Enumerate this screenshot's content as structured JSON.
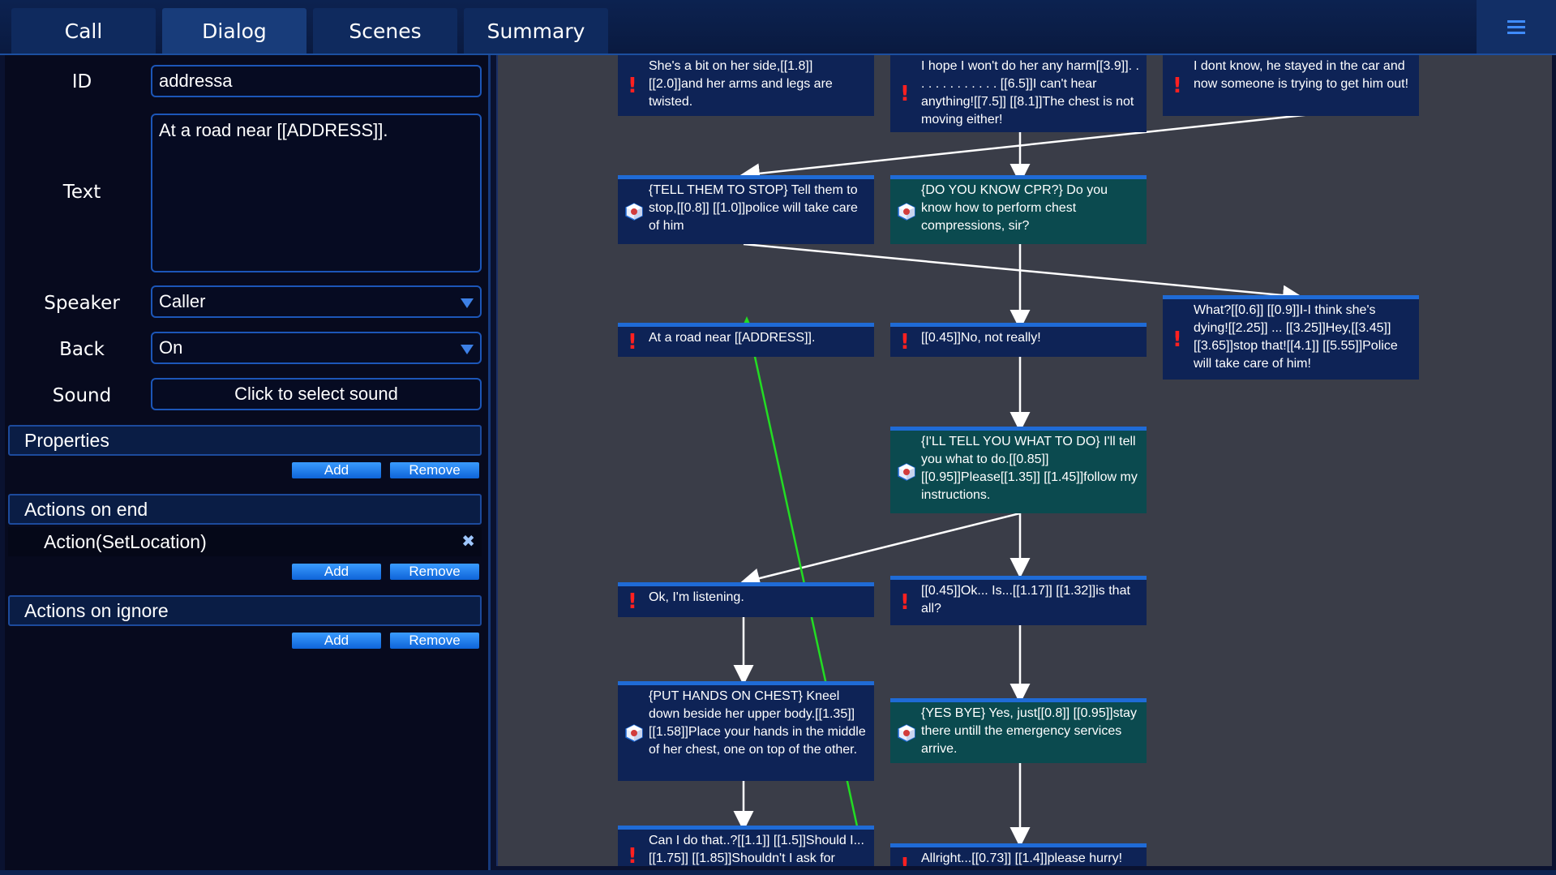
{
  "tabs": [
    "Call",
    "Dialog",
    "Scenes",
    "Summary"
  ],
  "active_tab": "Dialog",
  "form": {
    "id_label": "ID",
    "id_value": "addressa",
    "text_label": "Text",
    "text_value": "At a road near [[ADDRESS]].",
    "speaker_label": "Speaker",
    "speaker_value": "Caller",
    "back_label": "Back",
    "back_value": "On",
    "sound_label": "Sound",
    "sound_button": "Click to select sound"
  },
  "properties": {
    "title": "Properties",
    "add": "Add",
    "remove": "Remove"
  },
  "actions_on_end": {
    "title": "Actions on end",
    "items": [
      "Action(SetLocation)"
    ],
    "add": "Add",
    "remove": "Remove"
  },
  "actions_on_ignore": {
    "title": "Actions on ignore",
    "add": "Add",
    "remove": "Remove"
  },
  "colors": {
    "caller_node": "#0e2356",
    "dispatch_node": "#0b4a4f",
    "accent": "#1f6bd6",
    "warning": "#ff2020",
    "selected_edge": "#22dd22"
  },
  "nodes": [
    {
      "id": "n1",
      "type": "caller",
      "text": "She's a bit on her side,[[1.8]] [[2.0]]and her arms and legs are twisted."
    },
    {
      "id": "n2",
      "type": "caller",
      "text": "I hope I won't do her any harm[[3.9]]. . . . . . . . . . . . . [[6.5]]I can't hear anything![[7.5]] [[8.1]]The chest is not moving either!"
    },
    {
      "id": "n3",
      "type": "caller",
      "text": "I dont know, he stayed in the car and now someone is trying to get him out!"
    },
    {
      "id": "n4",
      "type": "dispatch",
      "text": "{TELL THEM TO STOP} Tell them to stop,[[0.8]] [[1.0]]police will take care of him"
    },
    {
      "id": "n5",
      "type": "dispatch",
      "text": "{DO YOU KNOW CPR?} Do you know how to perform chest compressions, sir?"
    },
    {
      "id": "n6",
      "type": "caller",
      "text": "At a road near [[ADDRESS]]."
    },
    {
      "id": "n7",
      "type": "caller",
      "text": "[[0.45]]No, not really!"
    },
    {
      "id": "n8",
      "type": "caller",
      "text": "What?[[0.6]] [[0.9]]I-I think she's dying![[2.25]] ... [[3.25]]Hey,[[3.45]] [[3.65]]stop that![[4.1]] [[5.55]]Police will take care of him!"
    },
    {
      "id": "n9",
      "type": "dispatch",
      "text": "{I'LL TELL YOU WHAT TO DO} I'll tell you what to do.[[0.85]] [[0.95]]Please[[1.35]] [[1.45]]follow my instructions."
    },
    {
      "id": "n10",
      "type": "caller",
      "text": "Ok, I'm listening."
    },
    {
      "id": "n11",
      "type": "caller",
      "text": "[[0.45]]Ok... Is...[[1.17]] [[1.32]]is that all?"
    },
    {
      "id": "n12",
      "type": "dispatch",
      "text": "{PUT HANDS ON CHEST} Kneel down beside her upper body.[[1.35]] [[1.58]]Place your hands in the middle of her chest, one on top of the other."
    },
    {
      "id": "n13",
      "type": "dispatch",
      "text": "{YES BYE} Yes, just[[0.8]] [[0.95]]stay there untill the emergency services arrive."
    },
    {
      "id": "n14",
      "type": "caller",
      "text": "Can I do that..?[[1.1]] [[1.5]]Should I...[[1.75]] [[1.85]]Shouldn't I ask for"
    },
    {
      "id": "n15",
      "type": "caller",
      "text": "Allright...[[0.73]] [[1.4]]please hurry!"
    }
  ]
}
